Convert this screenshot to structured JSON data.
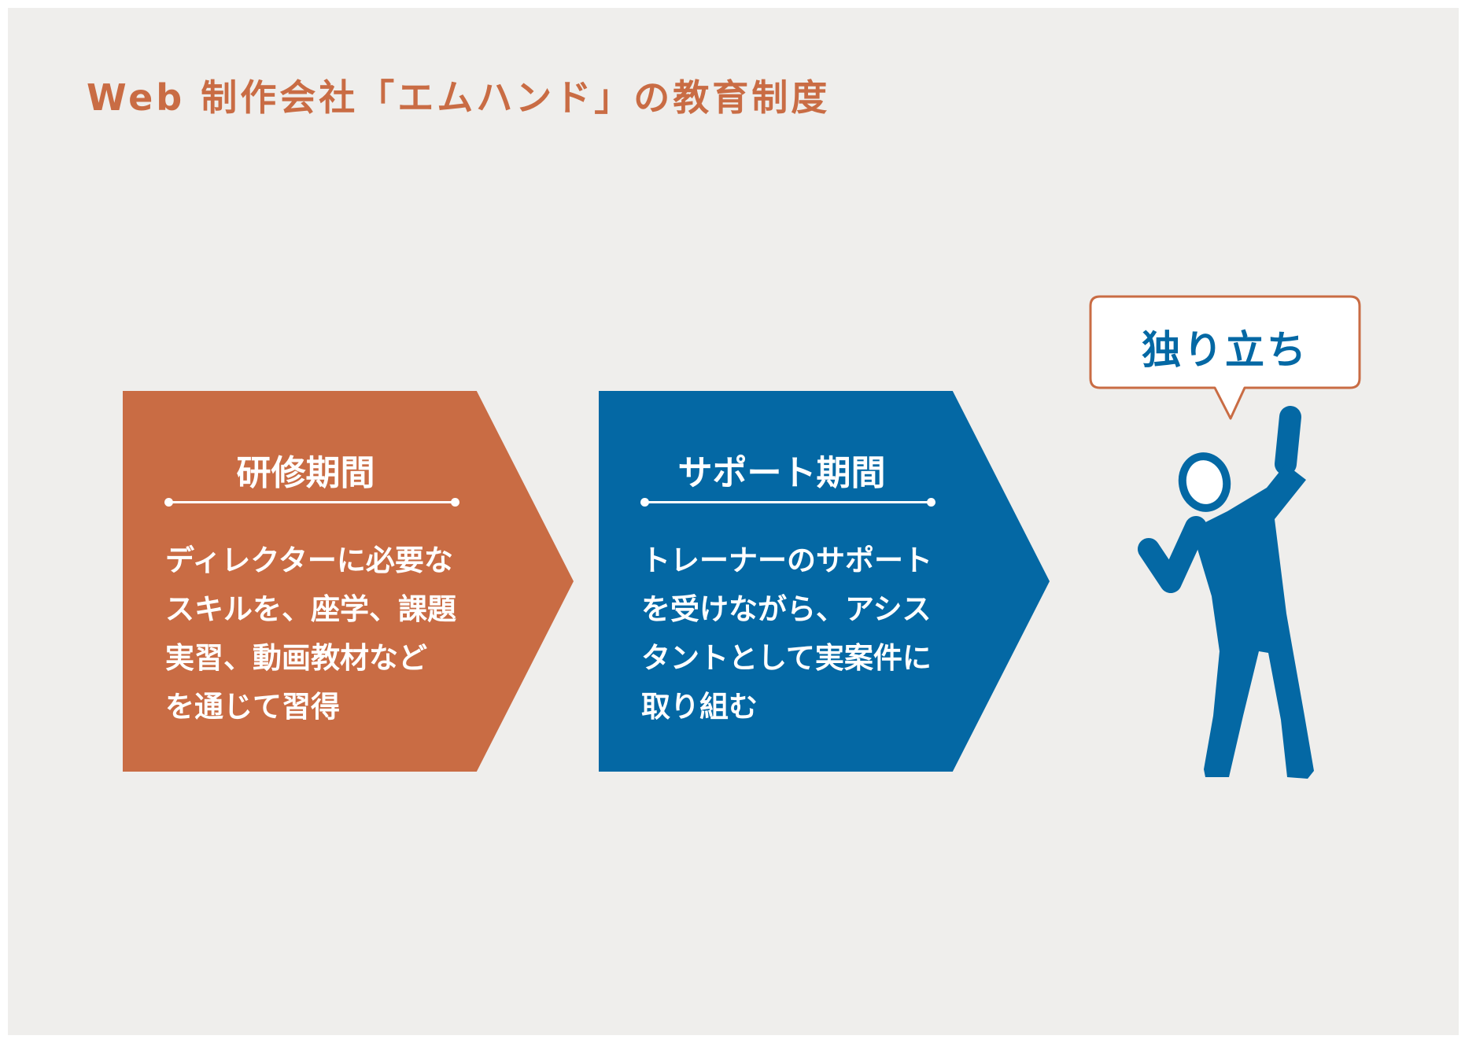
{
  "title": "Web 制作会社「エムハンド」の教育制度",
  "colors": {
    "background": "#efeeec",
    "accent_orange": "#c96c44",
    "accent_blue": "#0468a4",
    "text_on_accent": "#ffffff"
  },
  "steps": [
    {
      "heading": "研修期間",
      "body": "ディレクターに必要な\nスキルを、座学、課題\n実習、動画教材など\nを通じて習得"
    },
    {
      "heading": "サポート期間",
      "body": "トレーナーのサポート\nを受けながら、アシス\nタントとして実案件に\n取り組む"
    }
  ],
  "goal": {
    "label": "独り立ち",
    "icon": "person-raising-arm-icon"
  }
}
